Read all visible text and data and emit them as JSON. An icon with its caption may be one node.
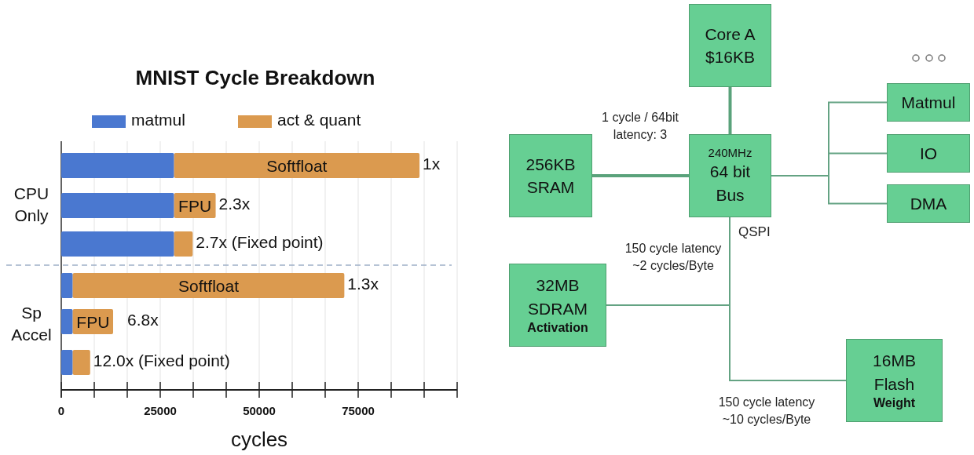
{
  "diagram": {
    "nodes": [
      {
        "text": [
          "Core A $16KB"
        ]
      },
      {
        "text": [
          "256KB SRAM"
        ]
      },
      {
        "text": [
          "240MHz",
          "64 bit Bus"
        ]
      },
      {
        "text": [
          "Matmul"
        ]
      },
      {
        "text": [
          "IO"
        ]
      },
      {
        "text": [
          "DMA"
        ]
      },
      {
        "text": [
          "32MB SDRAM",
          "Activation"
        ]
      },
      {
        "text": [
          "16MB Flash",
          "Weight"
        ]
      }
    ],
    "edges": [
      {
        "from": 0,
        "to": 2,
        "arrow": "none",
        "style": "thick"
      },
      {
        "from": 1,
        "to": 2,
        "arrow": "none",
        "style": "thick",
        "label": "1 cycle / 64bit latency: 3"
      },
      {
        "from": 2,
        "to": 3,
        "arrow": "none"
      },
      {
        "from": 2,
        "to": 4,
        "arrow": "none"
      },
      {
        "from": 2,
        "to": 5,
        "arrow": "none"
      },
      {
        "from": 2,
        "to": 6,
        "arrow": "none",
        "label": "150 cycle latency ~2 cycles/Byte"
      },
      {
        "from": 2,
        "to": 7,
        "arrow": "none",
        "label": "150 cycle latency ~10 cycles/Byte"
      }
    ],
    "labels": [
      "QSPI"
    ],
    "chart_data": {
      "type": "bar",
      "orientation": "horizontal",
      "stacked": true,
      "title": "MNIST Cycle Breakdown",
      "xlabel": "cycles",
      "categories": [
        null,
        null,
        null,
        null,
        null,
        null
      ],
      "series": [
        {
          "name": "matmul",
          "color": "#4a78d0",
          "values": [
            28500,
            28500,
            28500,
            2900,
            2900,
            2900
          ]
        },
        {
          "name": "act & quant",
          "color": "#db9a4f",
          "values": [
            62000,
            10500,
            4700,
            68600,
            10200,
            4400
          ]
        }
      ],
      "xlim": [
        0,
        100000
      ],
      "xticks": [
        0,
        25000,
        50000,
        75000
      ],
      "grid": true,
      "legend": "top",
      "value_labels": [
        "1x",
        "2.3x",
        "2.7x (Fixed point)",
        "1.3x",
        "6.8x",
        "12.0x (Fixed point)"
      ],
      "annotations": [
        "CPU Only",
        "Sp Accel",
        "Softfloat",
        "FPU",
        "Softfloat",
        "FPU"
      ]
    }
  }
}
